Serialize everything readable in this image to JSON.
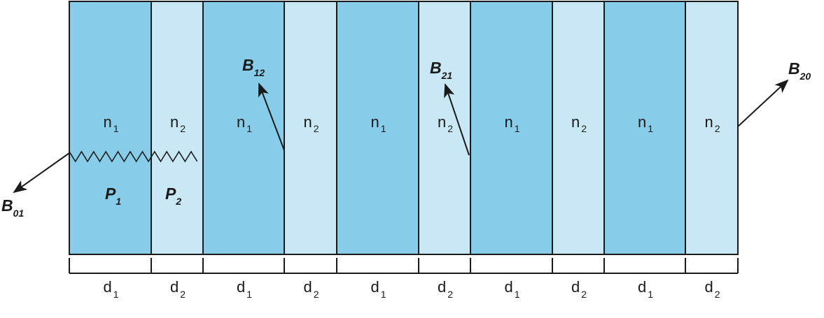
{
  "layers": [
    {
      "n": "n",
      "n_sub": "1",
      "d": "d",
      "d_sub": "1",
      "tone": "dark"
    },
    {
      "n": "n",
      "n_sub": "2",
      "d": "d",
      "d_sub": "2",
      "tone": "light"
    },
    {
      "n": "n",
      "n_sub": "1",
      "d": "d",
      "d_sub": "1",
      "tone": "dark"
    },
    {
      "n": "n",
      "n_sub": "2",
      "d": "d",
      "d_sub": "2",
      "tone": "light"
    },
    {
      "n": "n",
      "n_sub": "1",
      "d": "d",
      "d_sub": "1",
      "tone": "dark"
    },
    {
      "n": "n",
      "n_sub": "2",
      "d": "d",
      "d_sub": "2",
      "tone": "light"
    },
    {
      "n": "n",
      "n_sub": "1",
      "d": "d",
      "d_sub": "1",
      "tone": "dark"
    },
    {
      "n": "n",
      "n_sub": "2",
      "d": "d",
      "d_sub": "2",
      "tone": "light"
    },
    {
      "n": "n",
      "n_sub": "1",
      "d": "d",
      "d_sub": "1",
      "tone": "dark"
    },
    {
      "n": "n",
      "n_sub": "2",
      "d": "d",
      "d_sub": "2",
      "tone": "light"
    }
  ],
  "arrows": {
    "b01": {
      "label": "B",
      "sub": "01"
    },
    "b12": {
      "label": "B",
      "sub": "12"
    },
    "b21": {
      "label": "B",
      "sub": "21"
    },
    "b20": {
      "label": "B",
      "sub": "20"
    }
  },
  "regions": {
    "p1": {
      "label": "P",
      "sub": "1"
    },
    "p2": {
      "label": "P",
      "sub": "2"
    }
  },
  "colors": {
    "dark_layer": "#87cdea",
    "light_layer": "#c9e8f5",
    "line": "#1a1a1a"
  }
}
